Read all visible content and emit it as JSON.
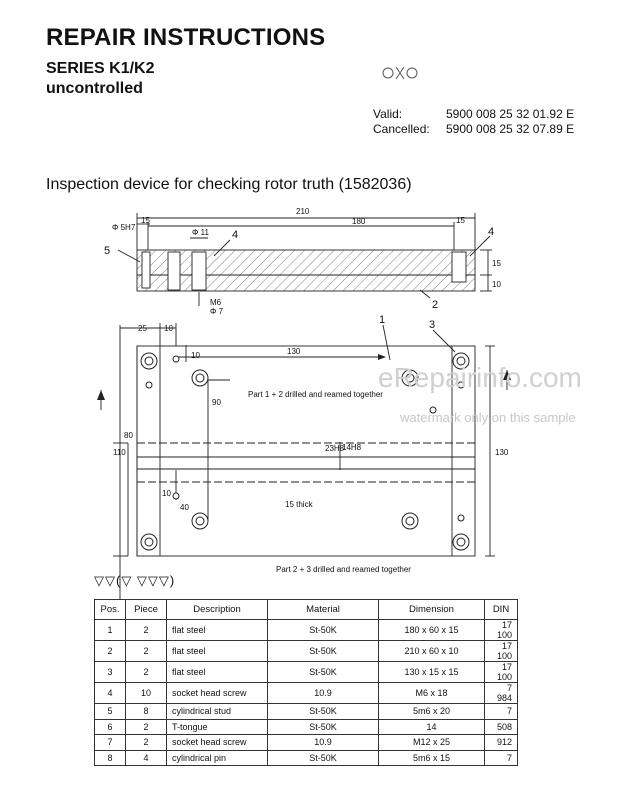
{
  "header": {
    "title": "REPAIR INSTRUCTIONS",
    "series": "SERIES K1/K2",
    "status": "uncontrolled"
  },
  "validity": {
    "valid_label": "Valid:",
    "valid_value": "5900 008 25 32  01.92 E",
    "cancelled_label": "Cancelled:",
    "cancelled_value": "5900 008 25 32  07.89 E"
  },
  "section_title": "Inspection device for checking rotor truth (1582036)",
  "drawing": {
    "side_view": {
      "dims": {
        "overall": "210",
        "inner": "180",
        "left_margin": "15",
        "right_margin": "15",
        "height_top": "15",
        "height_bottom": "10"
      },
      "labels": {
        "pin": "Φ 5H7",
        "hole": "Φ 11",
        "bore": "Φ 7",
        "thread": "M6"
      },
      "callouts": {
        "p2": "2",
        "p4a": "4",
        "p4b": "4",
        "p5": "5"
      }
    },
    "top_view": {
      "dims": {
        "d25": "25",
        "d10a": "10",
        "d10b": "10",
        "d130": "130",
        "d90": "90",
        "d80": "80",
        "d110": "110",
        "d10c": "10",
        "d40": "40",
        "d130v": "130",
        "fit1": "23H8",
        "fit2": "14H8"
      },
      "callouts": {
        "p1": "1",
        "p3": "3"
      },
      "notes": {
        "top": "Part 1 + 2 drilled and reamed together",
        "bottom": "Part 2 + 3 drilled and reamed together",
        "thick": "15 thick"
      }
    },
    "surface_symbols": "▽▽(▽ ▽▽▽)"
  },
  "watermark": {
    "site": "eRepairinfo.com",
    "note": "watermark only on this sample"
  },
  "parts_table": {
    "headers": [
      "Pos.",
      "Piece",
      "Description",
      "Material",
      "Dimension",
      "DIN"
    ],
    "rows": [
      [
        "1",
        "2",
        "flat steel",
        "St-50K",
        "180 x 60 x 15",
        "17 100"
      ],
      [
        "2",
        "2",
        "flat steel",
        "St-50K",
        "210 x 60 x 10",
        "17 100"
      ],
      [
        "3",
        "2",
        "flat steel",
        "St-50K",
        "130 x 15 x 15",
        "17 100"
      ],
      [
        "4",
        "10",
        "socket head screw",
        "10.9",
        "M6 x 18",
        "7 984"
      ],
      [
        "5",
        "8",
        "cylindrical stud",
        "St-50K",
        "5m6 x 20",
        "7"
      ],
      [
        "6",
        "2",
        "T-tongue",
        "St-50K",
        "14",
        "508"
      ],
      [
        "7",
        "2",
        "socket head screw",
        "10.9",
        "M12 x 25",
        "912"
      ],
      [
        "8",
        "4",
        "cylindrical pin",
        "St-50K",
        "5m6 x 15",
        "7"
      ]
    ]
  }
}
